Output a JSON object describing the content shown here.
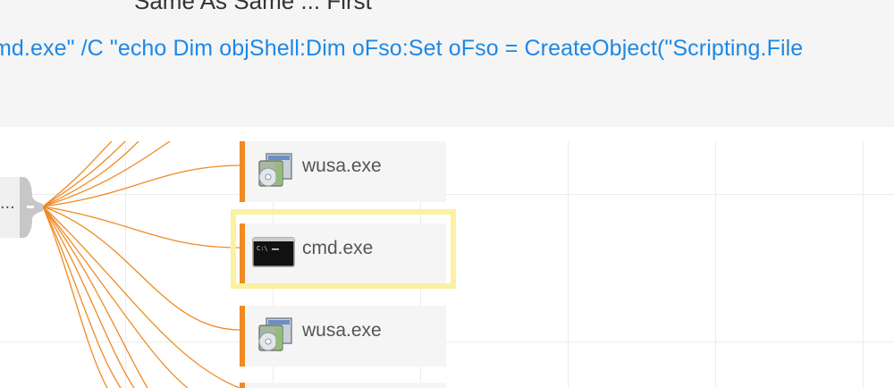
{
  "header": {
    "cut_text": "Same    As    Same ... First",
    "command_line": "md.exe\" /C \"echo Dim objShell:Dim oFso:Set oFso = CreateObject(\"Scripting.File"
  },
  "graph": {
    "parent_label": "...",
    "nodes": [
      {
        "label": "wusa.exe",
        "icon": "installer-package-icon"
      },
      {
        "label": "cmd.exe",
        "icon": "command-prompt-icon",
        "selected": true
      },
      {
        "label": "wusa.exe",
        "icon": "installer-package-icon"
      }
    ],
    "colors": {
      "edge": "#f08a24",
      "command_text": "#1e88e5",
      "selection": "#fbf1a0",
      "node_bar": "#f08a24"
    }
  }
}
